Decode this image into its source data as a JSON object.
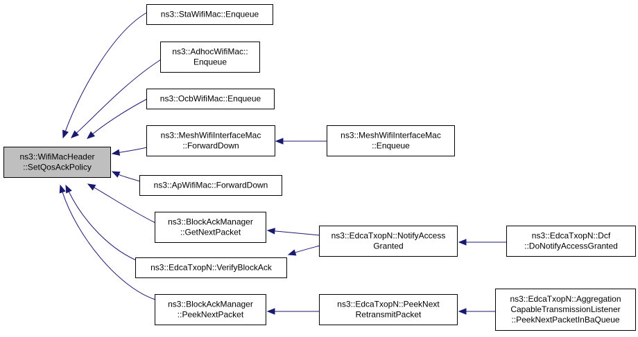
{
  "graph": {
    "nodes": [
      {
        "id": "root",
        "lines": [
          "ns3::WifiMacHeader",
          "::SetQosAckPolicy"
        ],
        "selected": true
      },
      {
        "id": "sta_enqueue",
        "lines": [
          "ns3::StaWifiMac::Enqueue"
        ]
      },
      {
        "id": "adhoc_enqueue",
        "lines": [
          "ns3::AdhocWifiMac::",
          "Enqueue"
        ]
      },
      {
        "id": "ocb_enqueue",
        "lines": [
          "ns3::OcbWifiMac::Enqueue"
        ]
      },
      {
        "id": "mesh_forwarddown",
        "lines": [
          "ns3::MeshWifiInterfaceMac",
          "::ForwardDown"
        ]
      },
      {
        "id": "mesh_enqueue",
        "lines": [
          "ns3::MeshWifiInterfaceMac",
          "::Enqueue"
        ]
      },
      {
        "id": "ap_forwarddown",
        "lines": [
          "ns3::ApWifiMac::ForwardDown"
        ]
      },
      {
        "id": "bam_getnext",
        "lines": [
          "ns3::BlockAckManager",
          "::GetNextPacket"
        ]
      },
      {
        "id": "edca_notify",
        "lines": [
          "ns3::EdcaTxopN::NotifyAccess",
          "Granted"
        ]
      },
      {
        "id": "edca_dcf",
        "lines": [
          "ns3::EdcaTxopN::Dcf",
          "::DoNotifyAccessGranted"
        ]
      },
      {
        "id": "edca_verify",
        "lines": [
          "ns3::EdcaTxopN::VerifyBlockAck"
        ]
      },
      {
        "id": "bam_peeknext",
        "lines": [
          "ns3::BlockAckManager",
          "::PeekNextPacket"
        ]
      },
      {
        "id": "edca_peekretransmit",
        "lines": [
          "ns3::EdcaTxopN::PeekNext",
          "RetransmitPacket"
        ]
      },
      {
        "id": "edca_aggregation",
        "lines": [
          "ns3::EdcaTxopN::Aggregation",
          "CapableTransmissionListener",
          "::PeekNextPacketInBaQueue"
        ]
      }
    ],
    "edges": [
      {
        "from": "sta_enqueue",
        "to": "root"
      },
      {
        "from": "adhoc_enqueue",
        "to": "root"
      },
      {
        "from": "ocb_enqueue",
        "to": "root"
      },
      {
        "from": "mesh_forwarddown",
        "to": "root"
      },
      {
        "from": "ap_forwarddown",
        "to": "root"
      },
      {
        "from": "bam_getnext",
        "to": "root"
      },
      {
        "from": "edca_verify",
        "to": "root"
      },
      {
        "from": "bam_peeknext",
        "to": "root"
      },
      {
        "from": "mesh_enqueue",
        "to": "mesh_forwarddown"
      },
      {
        "from": "edca_notify",
        "to": "bam_getnext"
      },
      {
        "from": "edca_notify",
        "to": "edca_verify"
      },
      {
        "from": "edca_dcf",
        "to": "edca_notify"
      },
      {
        "from": "edca_peekretransmit",
        "to": "bam_peeknext"
      },
      {
        "from": "edca_aggregation",
        "to": "edca_peekretransmit"
      }
    ]
  }
}
